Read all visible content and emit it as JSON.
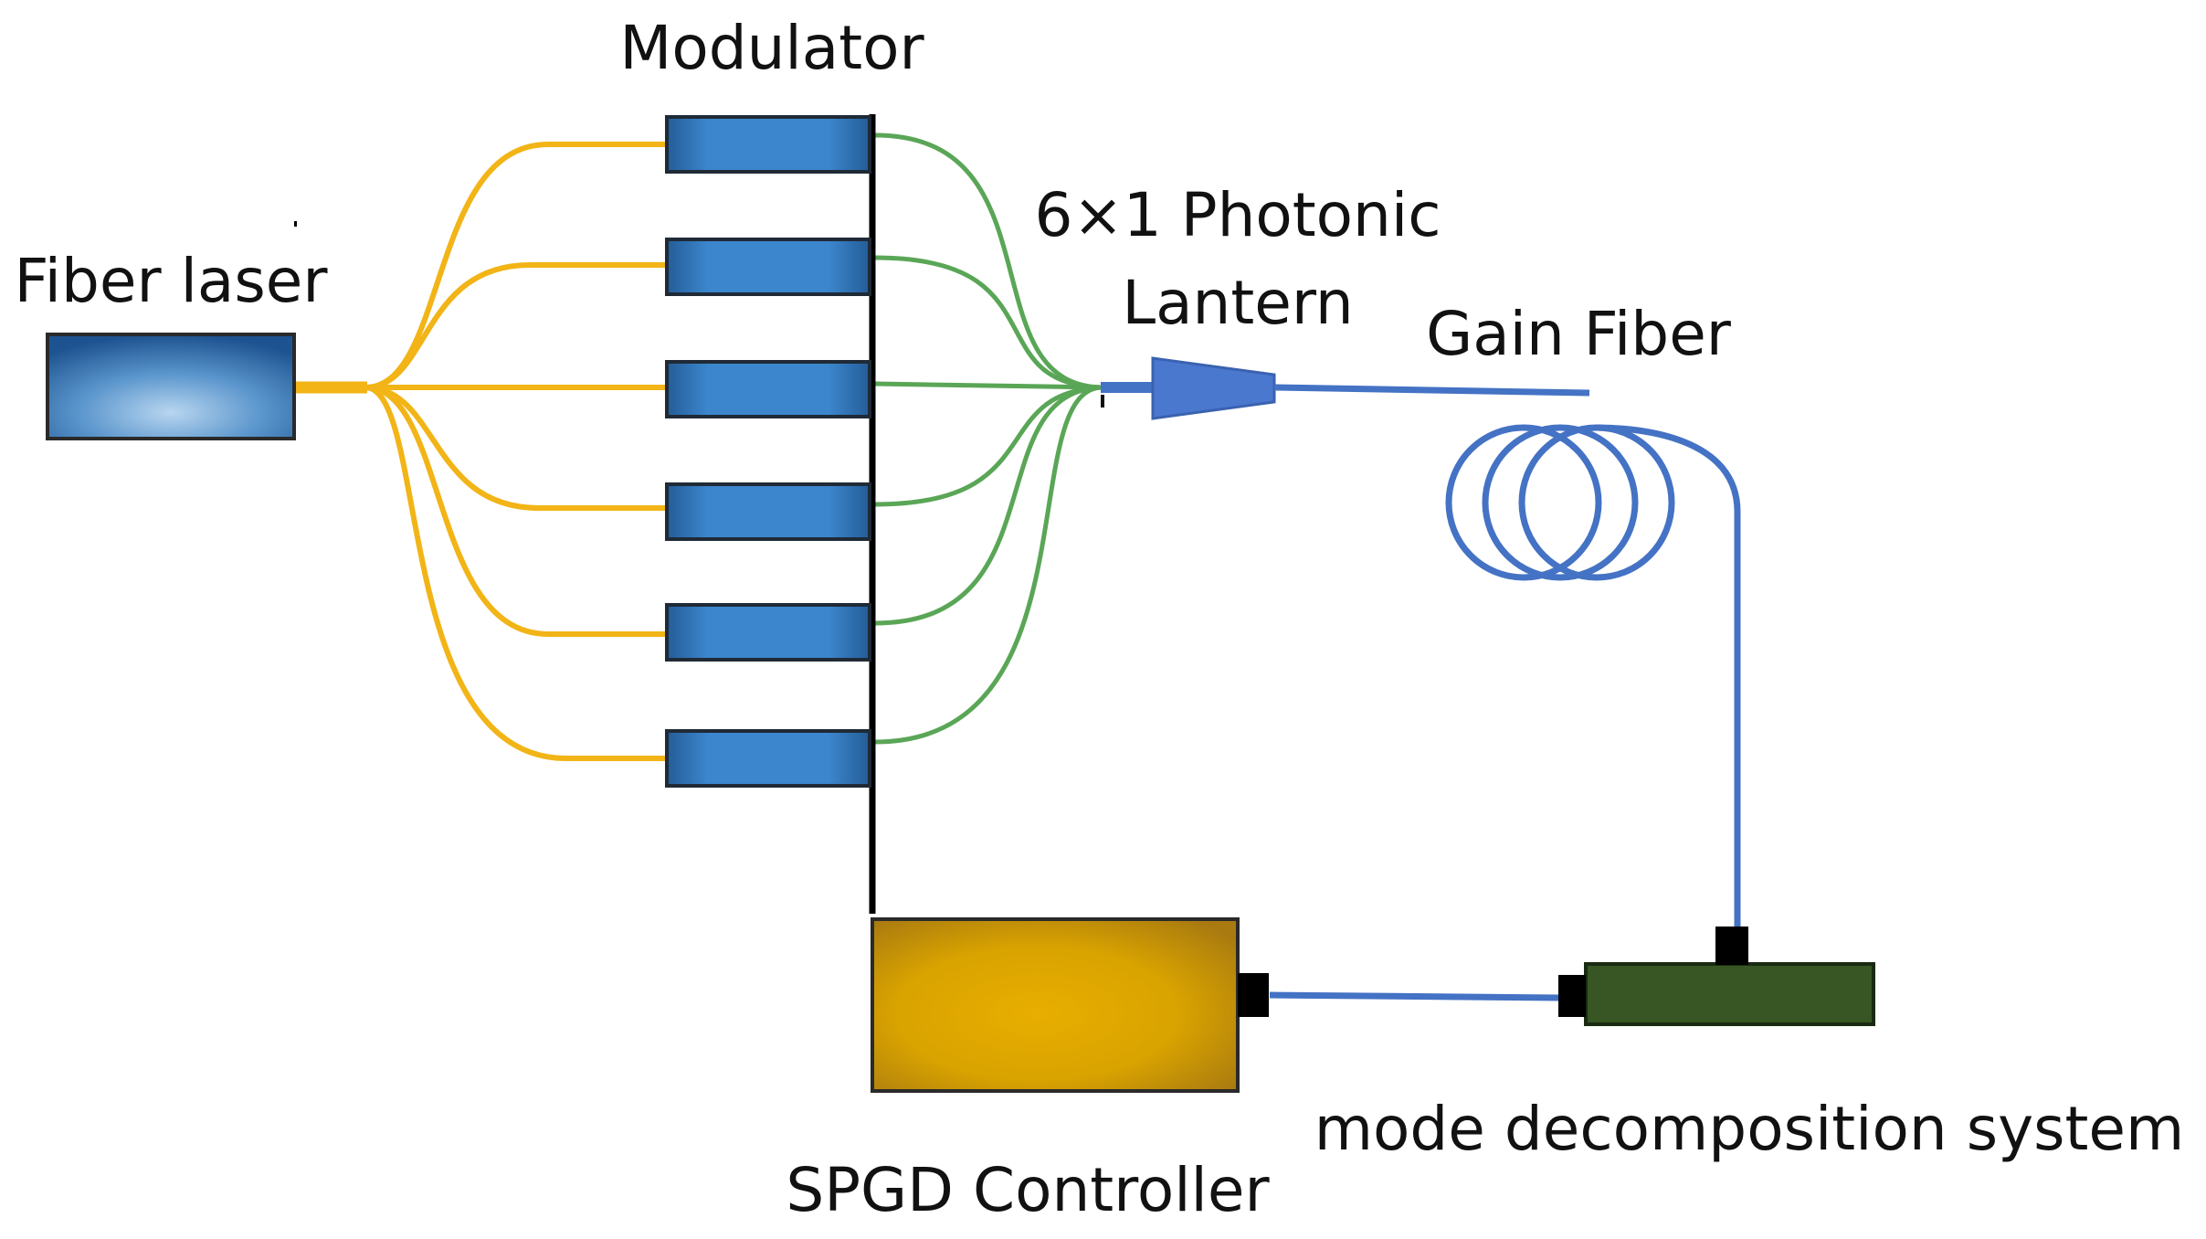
{
  "labels": {
    "modulator": "Modulator",
    "fiber_laser": "Fiber laser",
    "lantern_line1": "6×1 Photonic",
    "lantern_line2": "Lantern",
    "gain_fiber": "Gain Fiber",
    "controller": "SPGD Controller",
    "mode_system": "mode decomposition system"
  },
  "modulator_count": 6,
  "colors": {
    "yellow_fiber": "#f2b416",
    "green_fiber": "#5aa657",
    "blue_fiber": "#4472c4",
    "modulator": "#3b86cc",
    "controller": "#e0a800",
    "mode_system": "#375623",
    "bar": "#000000"
  }
}
